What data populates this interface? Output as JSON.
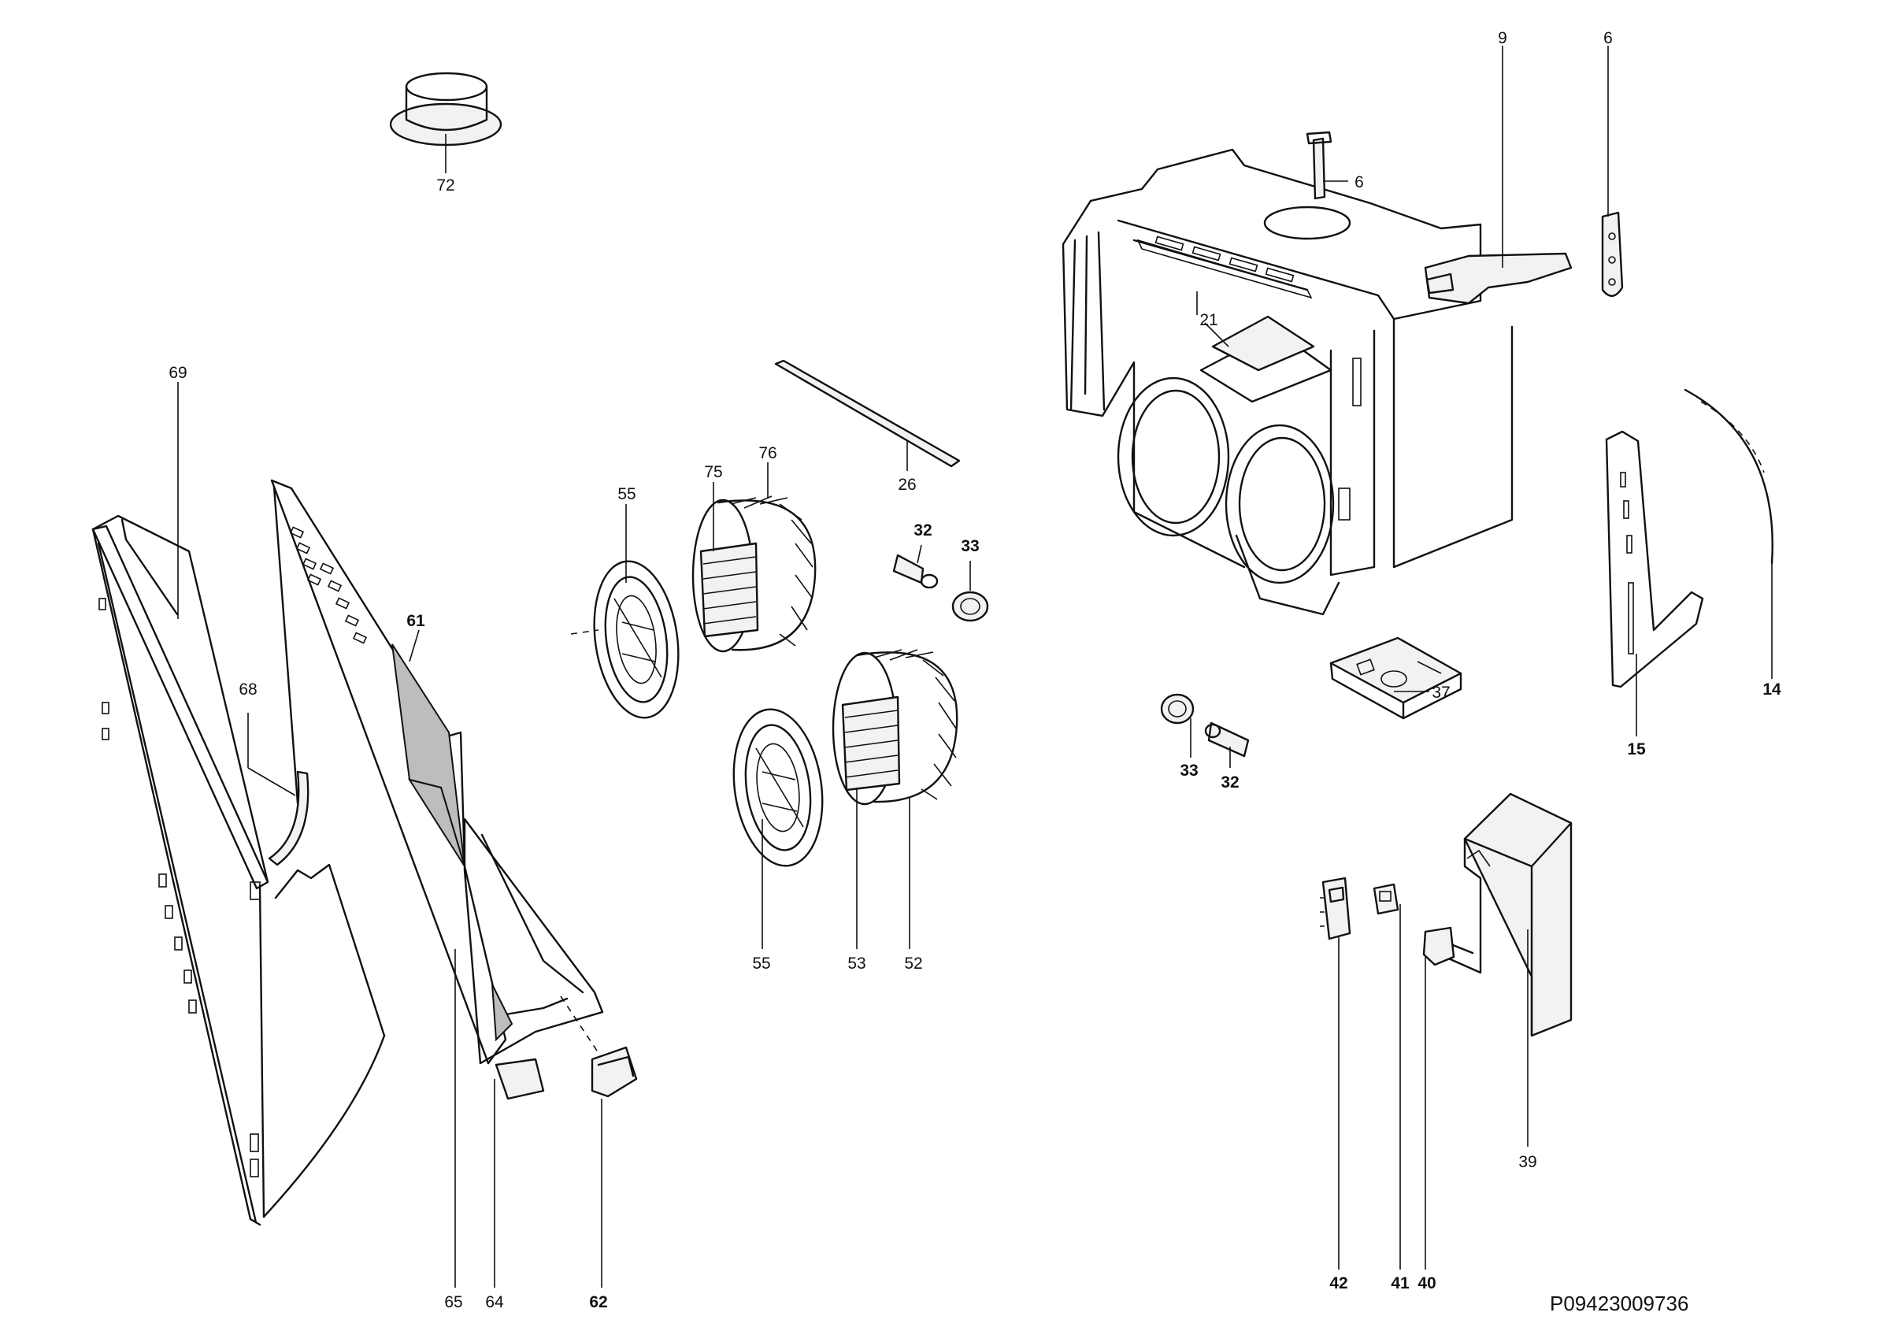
{
  "drawing": {
    "code": "P09423009736",
    "callouts": [
      {
        "id": "72",
        "text": "72"
      },
      {
        "id": "69",
        "text": "69"
      },
      {
        "id": "68",
        "text": "68"
      },
      {
        "id": "61",
        "text": "61"
      },
      {
        "id": "65",
        "text": "65"
      },
      {
        "id": "64",
        "text": "64"
      },
      {
        "id": "62",
        "text": "62"
      },
      {
        "id": "55a",
        "text": "55"
      },
      {
        "id": "75",
        "text": "75"
      },
      {
        "id": "76",
        "text": "76"
      },
      {
        "id": "55b",
        "text": "55"
      },
      {
        "id": "53",
        "text": "53"
      },
      {
        "id": "52",
        "text": "52"
      },
      {
        "id": "26",
        "text": "26"
      },
      {
        "id": "32a",
        "text": "32"
      },
      {
        "id": "33a",
        "text": "33"
      },
      {
        "id": "33b",
        "text": "33"
      },
      {
        "id": "32b",
        "text": "32"
      },
      {
        "id": "21",
        "text": "21"
      },
      {
        "id": "6a",
        "text": "6"
      },
      {
        "id": "9",
        "text": "9"
      },
      {
        "id": "6b",
        "text": "6"
      },
      {
        "id": "37",
        "text": "37"
      },
      {
        "id": "15",
        "text": "15"
      },
      {
        "id": "14",
        "text": "14"
      },
      {
        "id": "39",
        "text": "39"
      },
      {
        "id": "42",
        "text": "42"
      },
      {
        "id": "41",
        "text": "41"
      },
      {
        "id": "40",
        "text": "40"
      }
    ]
  }
}
